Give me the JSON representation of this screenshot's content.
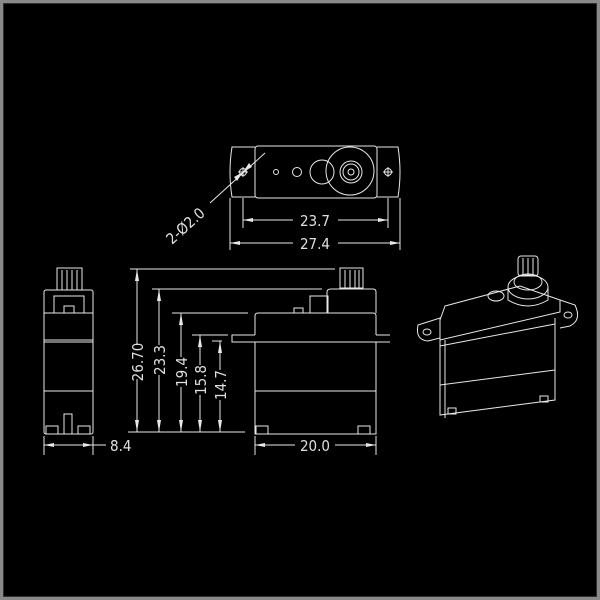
{
  "top_view": {
    "hole_spacing": "23.7",
    "overall_length": "27.4",
    "hole_callout": "2-Ø2.0"
  },
  "front_view": {
    "total_height": "26.70",
    "case_height": "23.3",
    "upper_case_height": "19.4",
    "flange_top_height": "15.8",
    "flange_bottom_height": "14.7",
    "width": "20.0"
  },
  "side_view": {
    "depth": "8.4"
  },
  "colors": {
    "background": "#000000",
    "lines": "#e8e8e8",
    "frame": "#8a8a8a"
  }
}
